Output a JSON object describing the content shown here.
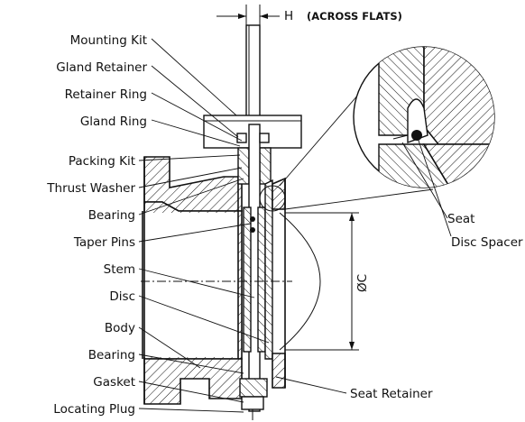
{
  "dimensions": {
    "h_letter": "H",
    "h_note": "(ACROSS FLATS)",
    "c_label": "ØC"
  },
  "labels_left": [
    "Mounting Kit",
    "Gland Retainer",
    "Retainer Ring",
    "Gland Ring",
    "Packing Kit",
    "Thrust Washer",
    "Bearing",
    "Taper Pins",
    "Stem",
    "Disc",
    "Body",
    "Bearing",
    "Gasket",
    "Locating Plug"
  ],
  "labels_right": [
    "Seat",
    "Disc Spacer",
    "Seat Retainer"
  ]
}
